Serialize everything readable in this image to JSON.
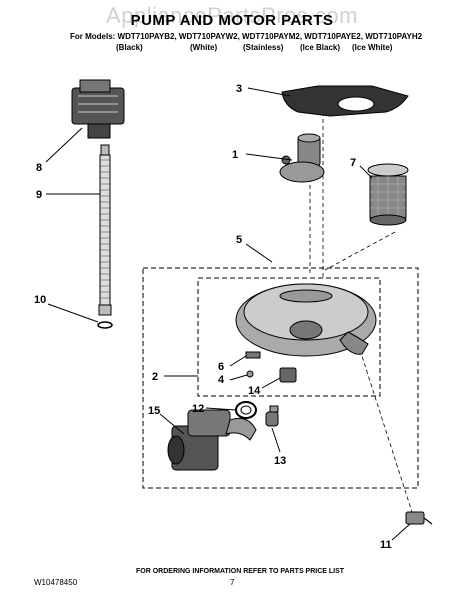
{
  "watermark": "AppliancePartsPros.com",
  "title": "PUMP AND MOTOR PARTS",
  "models_line": "For Models: WDT710PAYB2, WDT710PAYW2, WDT710PAYM2, WDT710PAYE2, WDT710PAYH2",
  "variants": [
    "(Black)",
    "(White)",
    "(Stainless)",
    "(Ice Black)",
    "(Ice White)"
  ],
  "callouts": [
    "1",
    "2",
    "3",
    "4",
    "5",
    "6",
    "7",
    "8",
    "9",
    "10",
    "11",
    "12",
    "13",
    "14",
    "15"
  ],
  "footer": {
    "doc_number": "W10478450",
    "ordering_note": "FOR ORDERING INFORMATION REFER TO PARTS PRICE LIST",
    "page": "7"
  }
}
